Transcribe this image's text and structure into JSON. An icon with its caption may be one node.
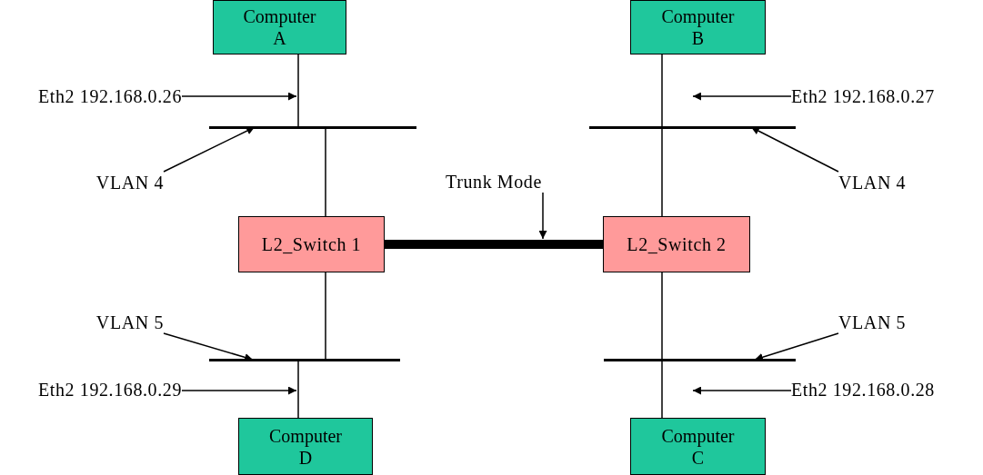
{
  "diagram": {
    "nodes": [
      {
        "text": [
          "Computer A"
        ]
      },
      {
        "text": [
          "Computer B"
        ]
      },
      {
        "text": [
          "Eth2 192.168.0.26"
        ]
      },
      {
        "text": [
          "Eth2 192.168.0.27"
        ]
      },
      {
        "text": [],
        "shape": "bar"
      },
      {
        "text": [],
        "shape": "bar"
      },
      {
        "text": [
          "VLAN 4"
        ]
      },
      {
        "text": [
          "VLAN 4"
        ]
      },
      {
        "text": [
          "Trunk Mode"
        ]
      },
      {
        "text": [
          "L2_Switch 1"
        ]
      },
      {
        "text": [
          "L2_Switch 2"
        ]
      },
      {
        "text": [
          "VLAN 5"
        ]
      },
      {
        "text": [
          "VLAN 5"
        ]
      },
      {
        "text": [],
        "shape": "bar"
      },
      {
        "text": [],
        "shape": "bar"
      },
      {
        "text": [
          "Eth2 192.168.0.29"
        ]
      },
      {
        "text": [
          "Eth2 192.168.0.28"
        ]
      },
      {
        "text": [
          "Computer D"
        ]
      },
      {
        "text": [
          "Computer C"
        ]
      }
    ],
    "edges": [
      {
        "from": 0,
        "to": 4,
        "arrow": "none"
      },
      {
        "from": 1,
        "to": 5,
        "arrow": "none"
      },
      {
        "from": 4,
        "to": 9,
        "arrow": "none"
      },
      {
        "from": 5,
        "to": 10,
        "arrow": "none"
      },
      {
        "from": 9,
        "to": 10,
        "arrow": "none",
        "style": "thick"
      },
      {
        "from": 9,
        "to": 13,
        "arrow": "none"
      },
      {
        "from": 10,
        "to": 14,
        "arrow": "none"
      },
      {
        "from": 13,
        "to": 17,
        "arrow": "none"
      },
      {
        "from": 14,
        "to": 18,
        "arrow": "none"
      },
      {
        "from": 2,
        "to": null,
        "arrow": "to"
      },
      {
        "from": 3,
        "to": null,
        "arrow": "to"
      },
      {
        "from": 6,
        "to": 4,
        "arrow": "to"
      },
      {
        "from": 7,
        "to": 5,
        "arrow": "to"
      },
      {
        "from": 8,
        "to": null,
        "arrow": "to"
      },
      {
        "from": 11,
        "to": 13,
        "arrow": "to"
      },
      {
        "from": 12,
        "to": 14,
        "arrow": "to"
      },
      {
        "from": 15,
        "to": null,
        "arrow": "to"
      },
      {
        "from": 16,
        "to": null,
        "arrow": "to"
      }
    ]
  }
}
